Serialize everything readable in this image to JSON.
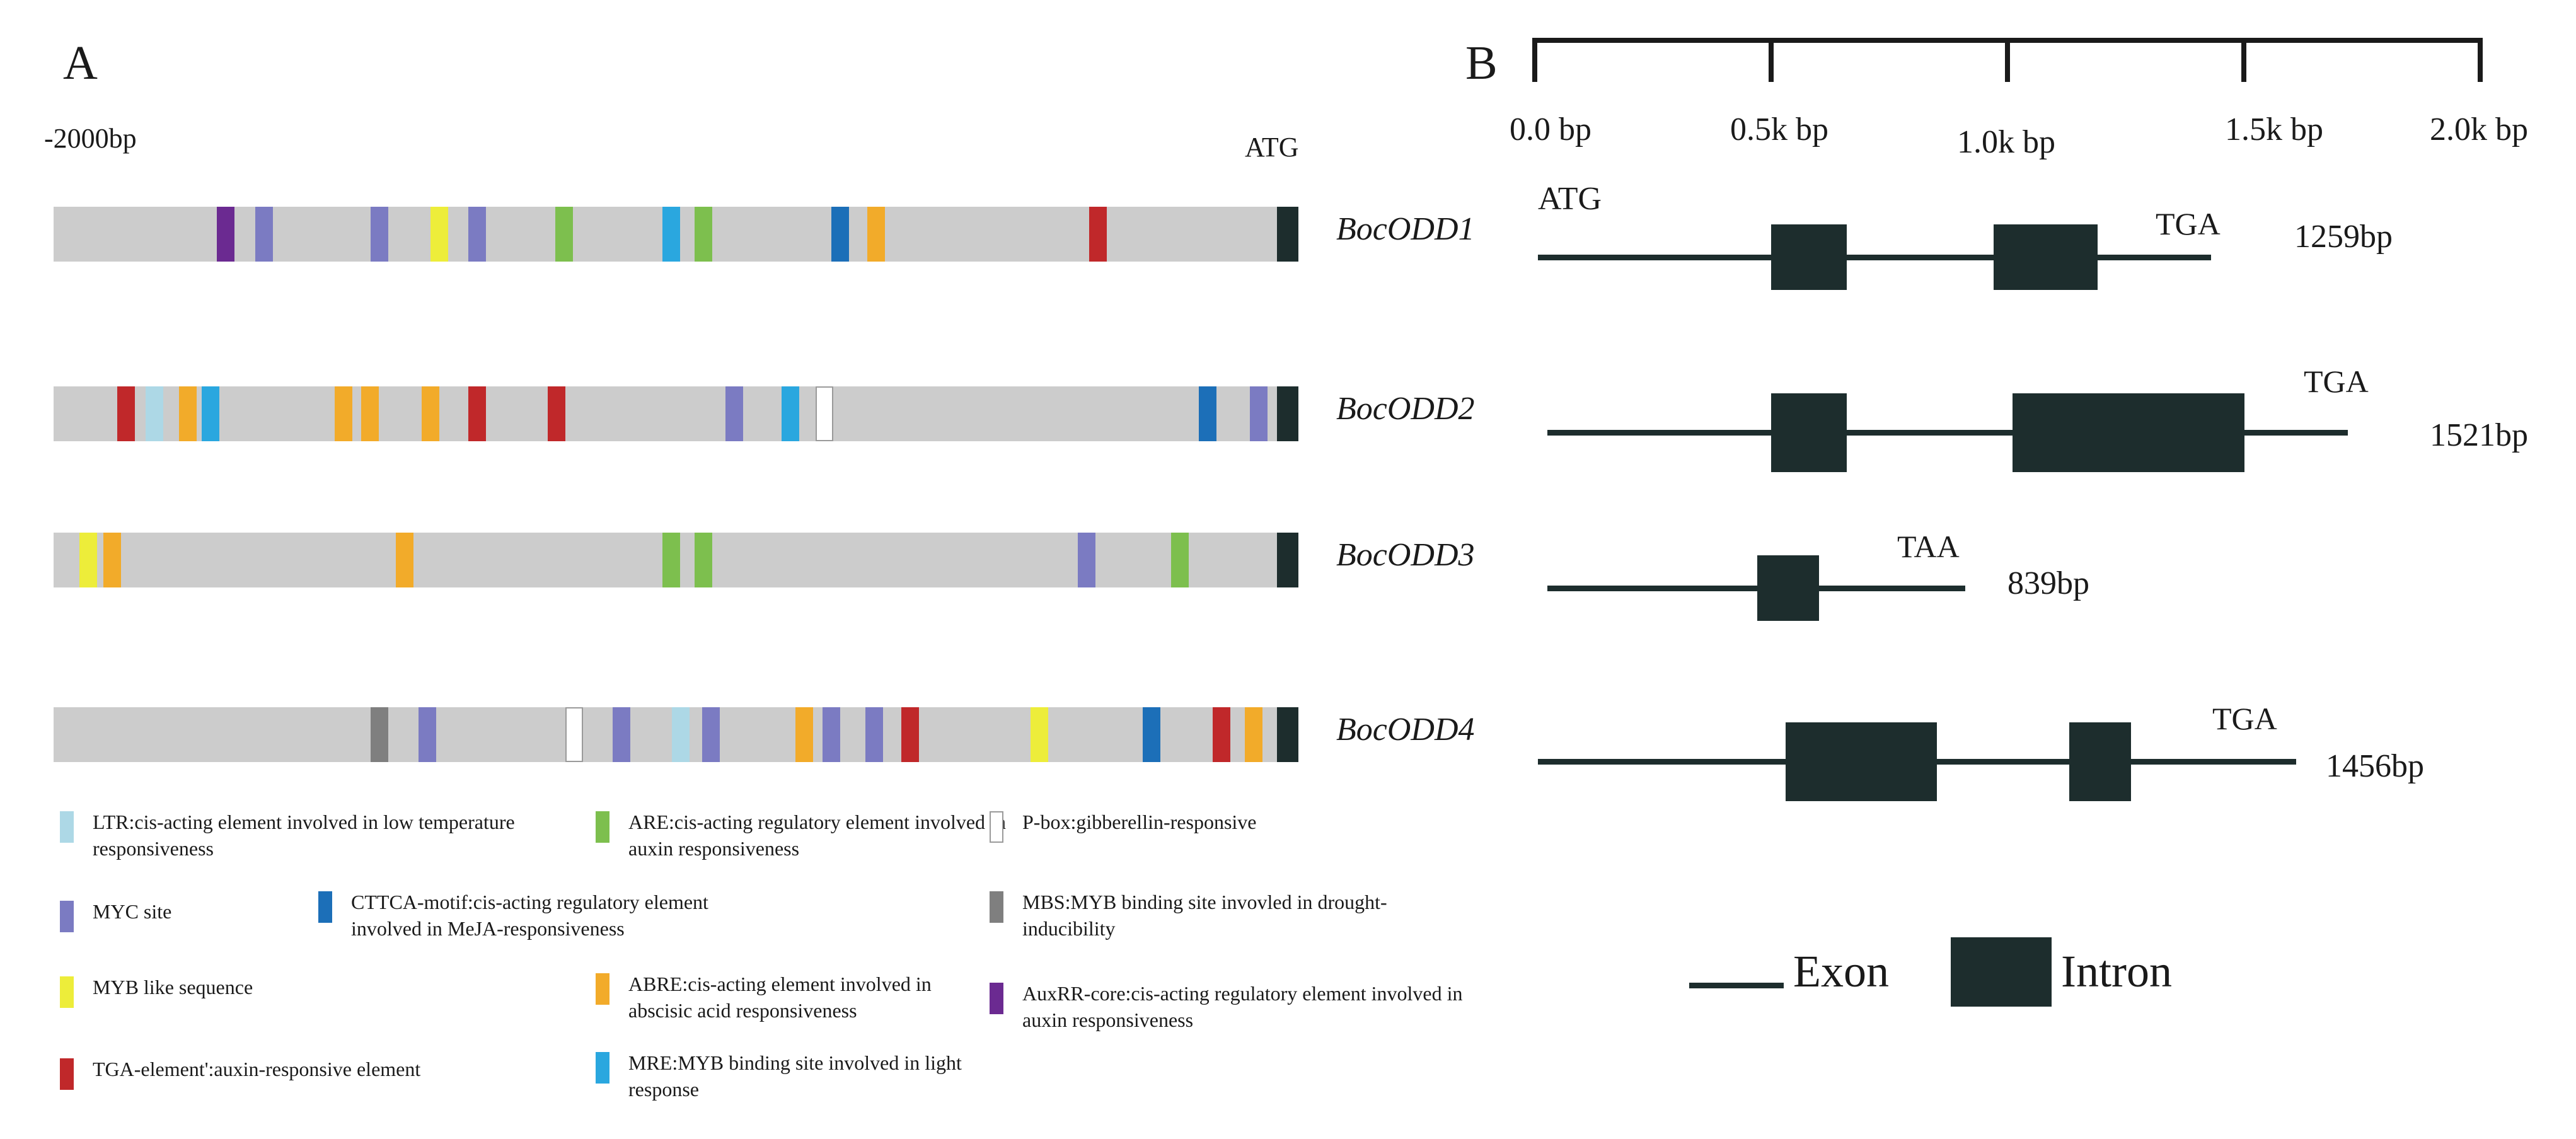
{
  "panel_a": {
    "letter": "A",
    "left_label": "-2000bp",
    "right_label": "ATG",
    "genes": [
      {
        "name": "BocODD1",
        "motifs": [
          {
            "pos": 0.138,
            "type": "auxrr"
          },
          {
            "pos": 0.169,
            "type": "myc"
          },
          {
            "pos": 0.262,
            "type": "myc"
          },
          {
            "pos": 0.31,
            "type": "myb_like"
          },
          {
            "pos": 0.34,
            "type": "myc"
          },
          {
            "pos": 0.41,
            "type": "are"
          },
          {
            "pos": 0.496,
            "type": "mre"
          },
          {
            "pos": 0.522,
            "type": "are"
          },
          {
            "pos": 0.632,
            "type": "cttca"
          },
          {
            "pos": 0.661,
            "type": "abre"
          },
          {
            "pos": 0.839,
            "type": "tga"
          }
        ]
      },
      {
        "name": "BocODD2",
        "motifs": [
          {
            "pos": 0.058,
            "type": "tga"
          },
          {
            "pos": 0.081,
            "type": "ltr"
          },
          {
            "pos": 0.108,
            "type": "abre"
          },
          {
            "pos": 0.126,
            "type": "mre"
          },
          {
            "pos": 0.233,
            "type": "abre"
          },
          {
            "pos": 0.254,
            "type": "abre"
          },
          {
            "pos": 0.303,
            "type": "abre"
          },
          {
            "pos": 0.34,
            "type": "tga"
          },
          {
            "pos": 0.404,
            "type": "tga"
          },
          {
            "pos": 0.547,
            "type": "myc"
          },
          {
            "pos": 0.592,
            "type": "mre"
          },
          {
            "pos": 0.619,
            "type": "pbox"
          },
          {
            "pos": 0.927,
            "type": "cttca"
          },
          {
            "pos": 0.968,
            "type": "myc"
          }
        ]
      },
      {
        "name": "BocODD3",
        "motifs": [
          {
            "pos": 0.028,
            "type": "myb_like"
          },
          {
            "pos": 0.047,
            "type": "abre"
          },
          {
            "pos": 0.282,
            "type": "abre"
          },
          {
            "pos": 0.496,
            "type": "are"
          },
          {
            "pos": 0.522,
            "type": "are"
          },
          {
            "pos": 0.83,
            "type": "myc"
          },
          {
            "pos": 0.905,
            "type": "are"
          }
        ]
      },
      {
        "name": "BocODD4",
        "motifs": [
          {
            "pos": 0.262,
            "type": "mbs"
          },
          {
            "pos": 0.3,
            "type": "myc"
          },
          {
            "pos": 0.418,
            "type": "pbox"
          },
          {
            "pos": 0.456,
            "type": "myc"
          },
          {
            "pos": 0.504,
            "type": "ltr"
          },
          {
            "pos": 0.528,
            "type": "myc"
          },
          {
            "pos": 0.603,
            "type": "abre"
          },
          {
            "pos": 0.625,
            "type": "myc"
          },
          {
            "pos": 0.659,
            "type": "myc"
          },
          {
            "pos": 0.688,
            "type": "tga"
          },
          {
            "pos": 0.792,
            "type": "myb_like"
          },
          {
            "pos": 0.882,
            "type": "cttca"
          },
          {
            "pos": 0.938,
            "type": "tga"
          },
          {
            "pos": 0.964,
            "type": "abre"
          }
        ]
      }
    ],
    "legend": [
      {
        "type": "ltr",
        "color": "#add8e6",
        "text": "LTR:cis-acting element involved in low temperature responsiveness"
      },
      {
        "type": "are",
        "color": "#7dbf4e",
        "text": "ARE:cis-acting regulatory element involved in auxin responsiveness"
      },
      {
        "type": "pbox",
        "color": "#ffffff",
        "text": "P-box:gibberellin-responsive"
      },
      {
        "type": "myc",
        "color": "#7b7bc2",
        "text": "MYC site"
      },
      {
        "type": "cttca",
        "color": "#1c6fb8",
        "text": "CTTCA-motif:cis-acting regulatory element involved in MeJA-responsiveness"
      },
      {
        "type": "mbs",
        "color": "#7f7f7f",
        "text": "MBS:MYB binding site invovled in drought-inducibility"
      },
      {
        "type": "myb_like",
        "color": "#eded3a",
        "text": "MYB like sequence"
      },
      {
        "type": "abre",
        "color": "#f2ab2a",
        "text": "ABRE:cis-acting element involved in abscisic acid responsiveness"
      },
      {
        "type": "auxrr",
        "color": "#6b2a91",
        "text": "AuxRR-core:cis-acting regulatory element involved in auxin responsiveness"
      },
      {
        "type": "tga",
        "color": "#c0282a",
        "text": "TGA-element':auxin-responsive element"
      },
      {
        "type": "mre",
        "color": "#2aa7df",
        "text": "MRE:MYB binding site involved in light response"
      }
    ]
  },
  "panel_b": {
    "letter": "B",
    "scale_ticks": [
      "0.0 bp",
      "0.5k bp",
      "1.0k bp",
      "1.5k bp",
      "2.0k bp"
    ],
    "atg_label": "ATG",
    "genes": [
      {
        "name": "BocODD1",
        "stop": "TGA",
        "length": "1259bp",
        "end_kb": 1.43,
        "blocks": [
          {
            "start_kb": 0.5,
            "end_kb": 0.66
          },
          {
            "start_kb": 0.97,
            "end_kb": 1.19
          }
        ]
      },
      {
        "name": "BocODD2",
        "stop": "TGA",
        "length": "1521bp",
        "end_kb": 1.72,
        "blocks": [
          {
            "start_kb": 0.5,
            "end_kb": 0.66
          },
          {
            "start_kb": 1.01,
            "end_kb": 1.5
          }
        ]
      },
      {
        "name": "BocODD3",
        "stop": "TAA",
        "length": "839bp",
        "end_kb": 0.91,
        "blocks": [
          {
            "start_kb": 0.47,
            "end_kb": 0.6
          }
        ]
      },
      {
        "name": "BocODD4",
        "stop": "TGA",
        "length": "1456bp",
        "end_kb": 1.61,
        "blocks": [
          {
            "start_kb": 0.53,
            "end_kb": 0.85
          },
          {
            "start_kb": 1.13,
            "end_kb": 1.26
          }
        ]
      }
    ],
    "key_exon": "Exon",
    "key_intron": "Intron",
    "colors": {
      "dark": "#1d2d2d"
    }
  }
}
